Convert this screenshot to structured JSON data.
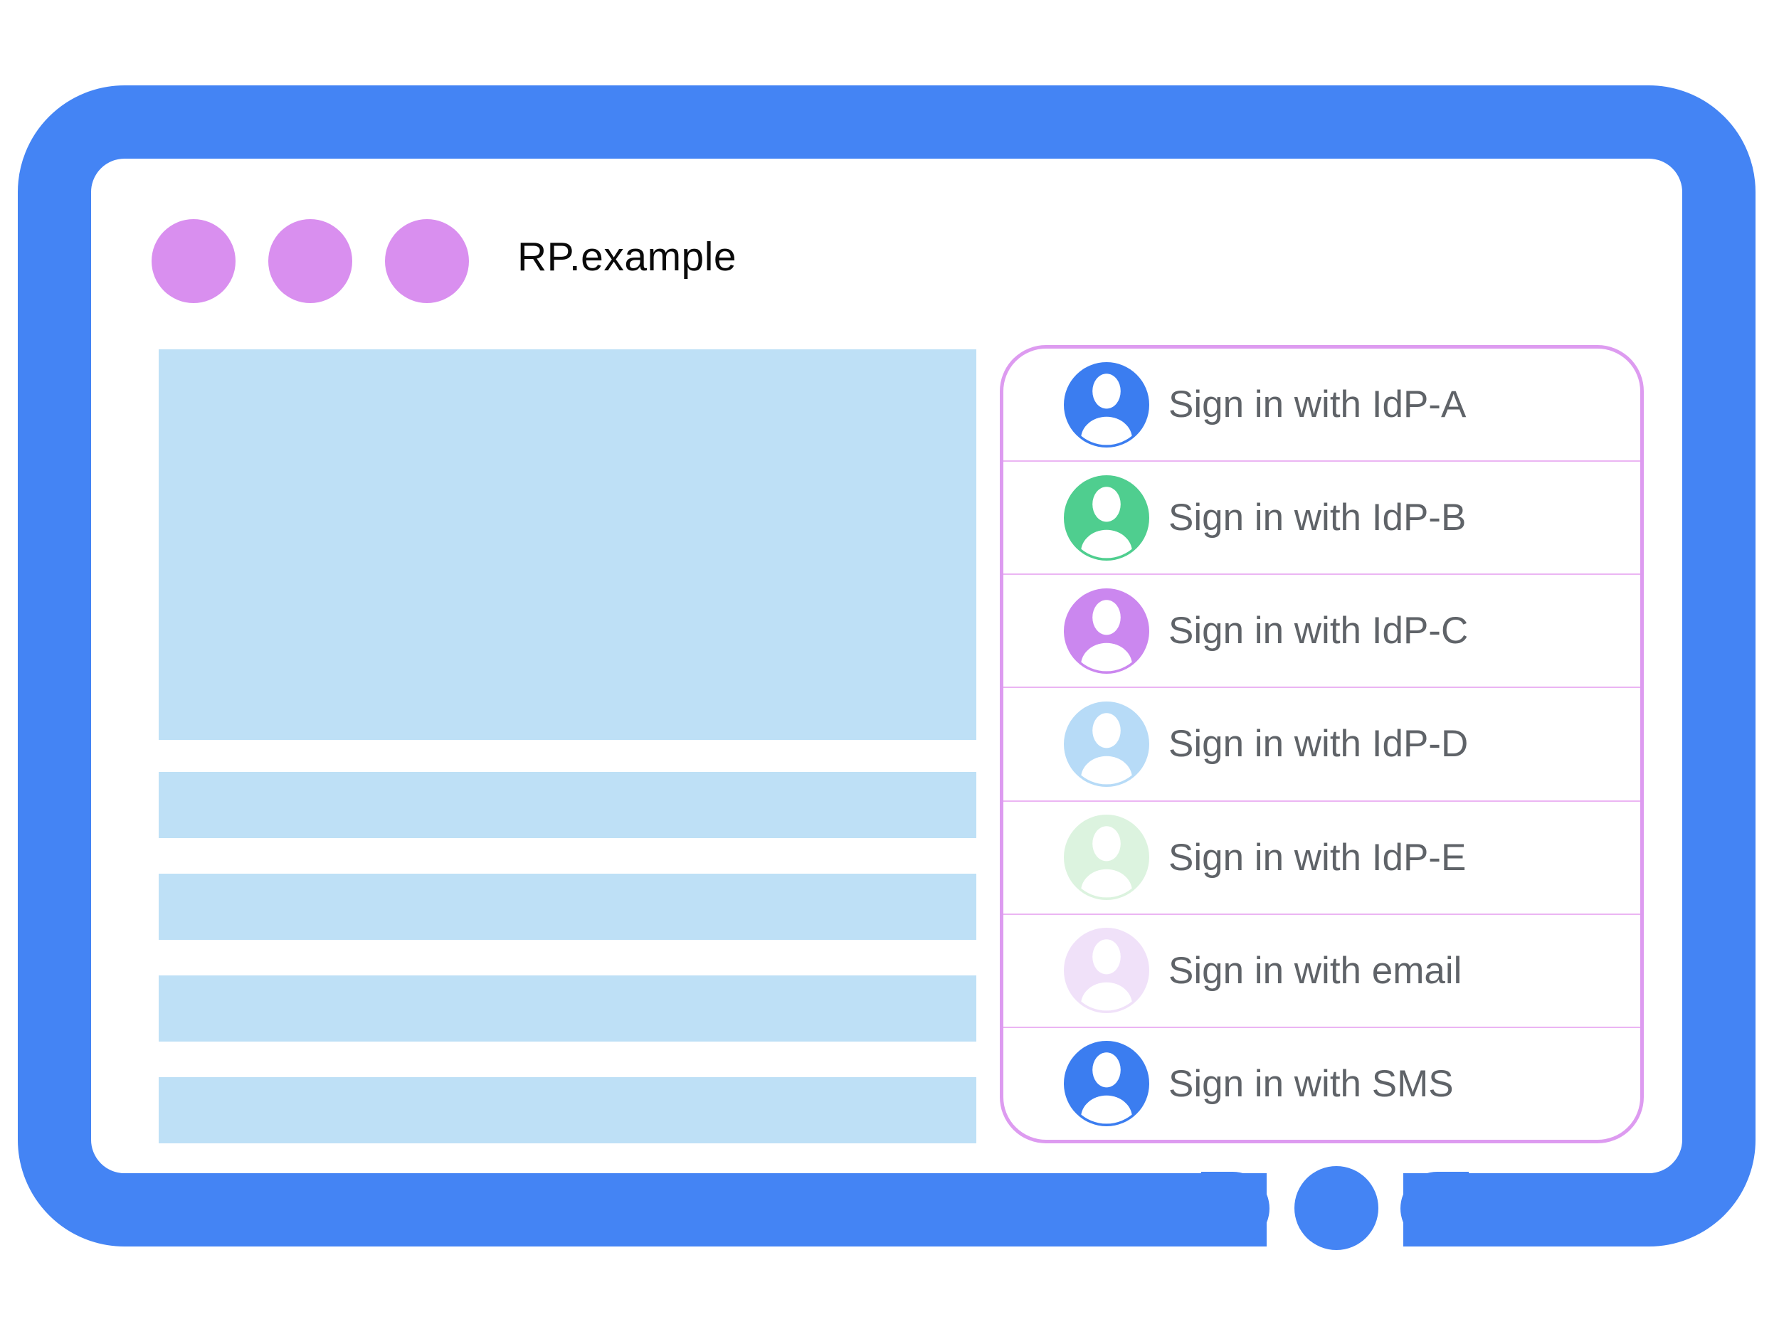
{
  "colors": {
    "accent": "#4484F4",
    "dot": "#D98FEF",
    "placeholder": "#BEE0F6",
    "panel-border": "#DD9BF0",
    "divider": "#EBB5F3",
    "label": "#5F6368",
    "title": "#0A0A0A"
  },
  "browser_frame": {
    "title": "RP.example",
    "window_dot_count": 3
  },
  "content": {
    "block_count": 1,
    "bar_count": 4
  },
  "signin_panel": {
    "options": [
      {
        "id": "idp-a",
        "label": "Sign in with IdP-A",
        "avatar_color": "#3B7DF0"
      },
      {
        "id": "idp-b",
        "label": "Sign in with IdP-B",
        "avatar_color": "#4FCE8F"
      },
      {
        "id": "idp-c",
        "label": "Sign in with IdP-C",
        "avatar_color": "#CB87EF"
      },
      {
        "id": "idp-d",
        "label": "Sign in with IdP-D",
        "avatar_color": "#B7DBF7"
      },
      {
        "id": "idp-e",
        "label": "Sign in with IdP-E",
        "avatar_color": "#DCF3DF"
      },
      {
        "id": "email",
        "label": "Sign in with email",
        "avatar_color": "#F0E1F9"
      },
      {
        "id": "sms",
        "label": "Sign in with SMS",
        "avatar_color": "#3B7DF0"
      }
    ]
  }
}
